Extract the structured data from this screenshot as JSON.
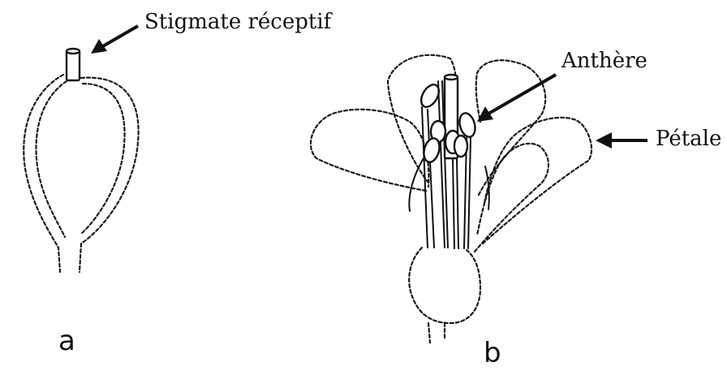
{
  "labels": {
    "stigma": "Stigmate réceptif",
    "anther": "Anthère",
    "petal": "Pétale"
  },
  "panels": {
    "a": "a",
    "b": "b"
  }
}
